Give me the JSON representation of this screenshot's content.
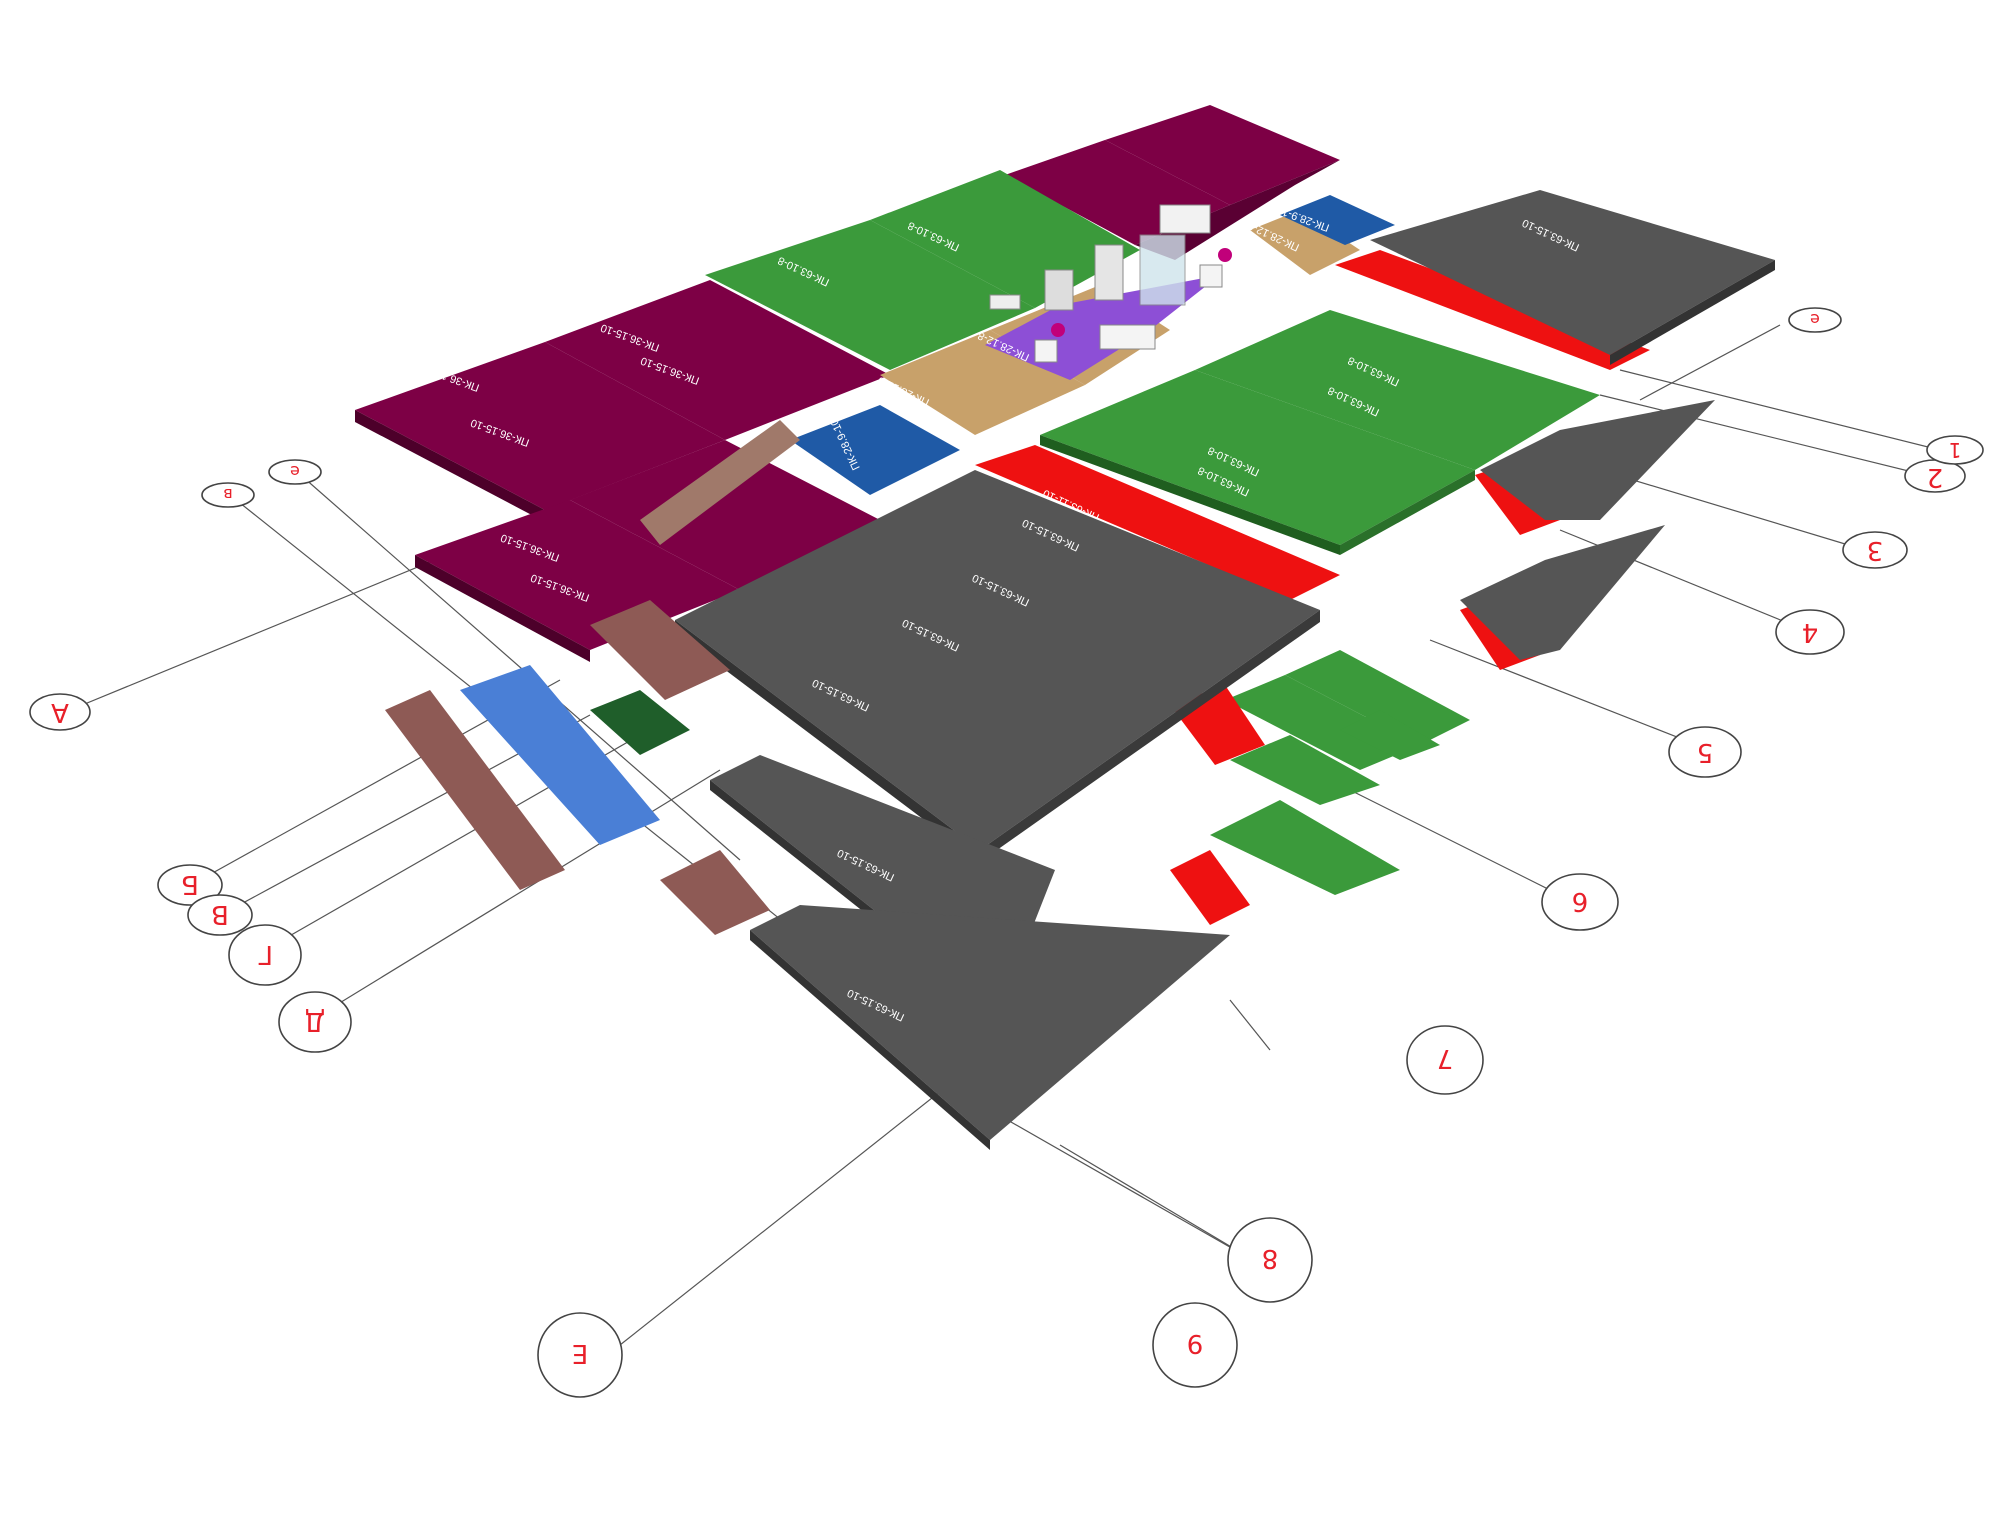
{
  "colors": {
    "purple_slab": "#7d0045",
    "green_slab": "#3b9a3b",
    "gray_slab": "#555555",
    "red_slab": "#ee1111",
    "blue_slab": "#1f5aa6",
    "light_blue_slab": "#4a7fd6",
    "tan_slab": "#c8a16a",
    "violet_slab": "#8d4fd6",
    "brick": "#8e5a55",
    "axis_text": "#e8202a"
  },
  "slab_labels": {
    "purple_a": "ПК-36.15-10",
    "purple_b": "ПК-36.15-10",
    "purple_c": "ПК-36.15-10",
    "purple_d": "ПК-36.15-10",
    "purple_e": "ПК-36.15-10",
    "purple_f": "ПК-36.15-10",
    "green_a": "ПК-63.10-8",
    "green_b": "ПК-63.10-8",
    "green_c": "ПК-63.10-8",
    "green_d": "ПК-63.10-8",
    "green_e": "ПК-63.10-8",
    "green_f": "ПК-63.10-8",
    "gray_a": "ПК-63.15-10",
    "gray_b": "ПК-63.15-10",
    "gray_c": "ПК-63.15-10",
    "gray_d": "ПК-63.15-10",
    "gray_e": "ПК-63.15-10",
    "gray_f": "ПК-63.15-10",
    "gray_g": "ПК-63.15-10",
    "red_a": "ПК-63.11-10",
    "red_b": "ПК-63.11-10",
    "tan_a": "ПК-28.12-8",
    "tan_b": "ПК-28.12-8",
    "tan_c": "ПК-28.12-8",
    "blue_a": "ПК-28.9-10",
    "blue_b": "ПК-28.9-10"
  },
  "axes": {
    "a": "А",
    "b": "Б",
    "v": "В",
    "g": "Г",
    "d": "Д",
    "e": "Е",
    "n1": "1",
    "n2": "2",
    "n3": "3",
    "n4": "4",
    "n5": "5",
    "n6": "6",
    "n7": "7",
    "n8": "8",
    "n9": "9",
    "small_v": "в",
    "small_e": "е",
    "small_e2": "е"
  }
}
